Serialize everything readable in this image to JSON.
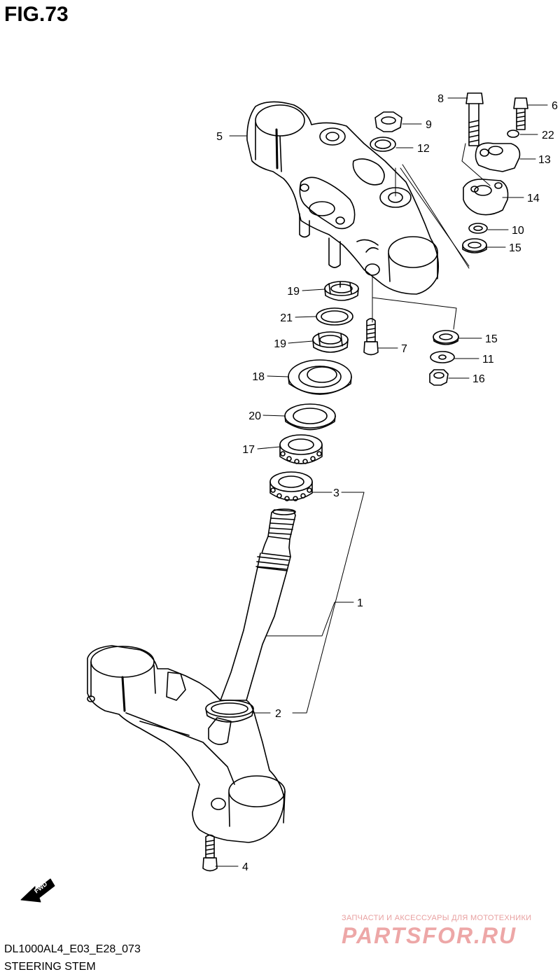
{
  "header": {
    "figure_title": "FIG.73"
  },
  "footer": {
    "model_code": "DL1000AL4_E03_E28_073",
    "section_name": "STEERING STEM"
  },
  "watermark": {
    "tagline": "ЗАПЧАСТИ И АКСЕССУАРЫ ДЛЯ МОТОТЕХНИКИ",
    "brand": "PARTSFOR.RU"
  },
  "direction_marker": {
    "label": "FWD"
  },
  "callouts": {
    "c1": "1",
    "c2": "2",
    "c3": "3",
    "c4": "4",
    "c5": "5",
    "c6": "6",
    "c7": "7",
    "c8": "8",
    "c9": "9",
    "c10": "10",
    "c11": "11",
    "c12": "12",
    "c13": "13",
    "c14": "14",
    "c15a": "15",
    "c15b": "15",
    "c16": "16",
    "c17": "17",
    "c18": "18",
    "c19a": "19",
    "c19b": "19",
    "c20": "20",
    "c21": "21",
    "c22": "22"
  },
  "colors": {
    "line": "#000000",
    "background": "#ffffff",
    "watermark": "#e88a8a"
  }
}
